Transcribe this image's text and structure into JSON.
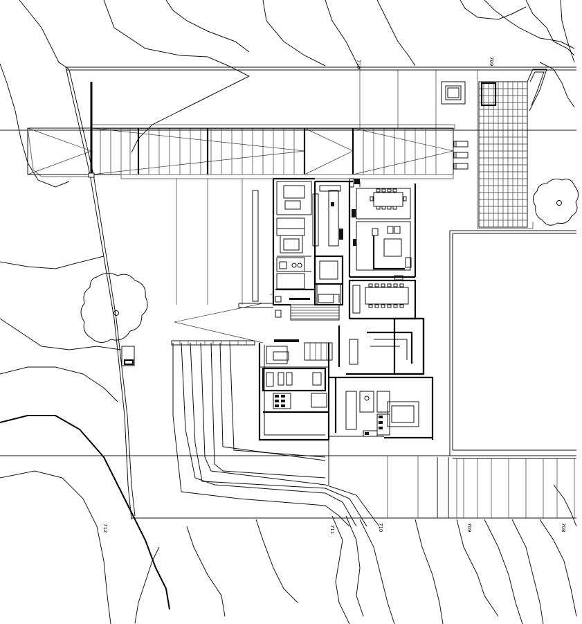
{
  "elevation_labels": {
    "top_710": "710",
    "top_709": "709",
    "bottom_712": "712",
    "bottom_711": "711",
    "bottom_710": "710",
    "bottom_709": "709",
    "bottom_708": "708"
  },
  "colors": {
    "ink": "#111111",
    "paper": "#ffffff",
    "hatch": "#888888"
  }
}
